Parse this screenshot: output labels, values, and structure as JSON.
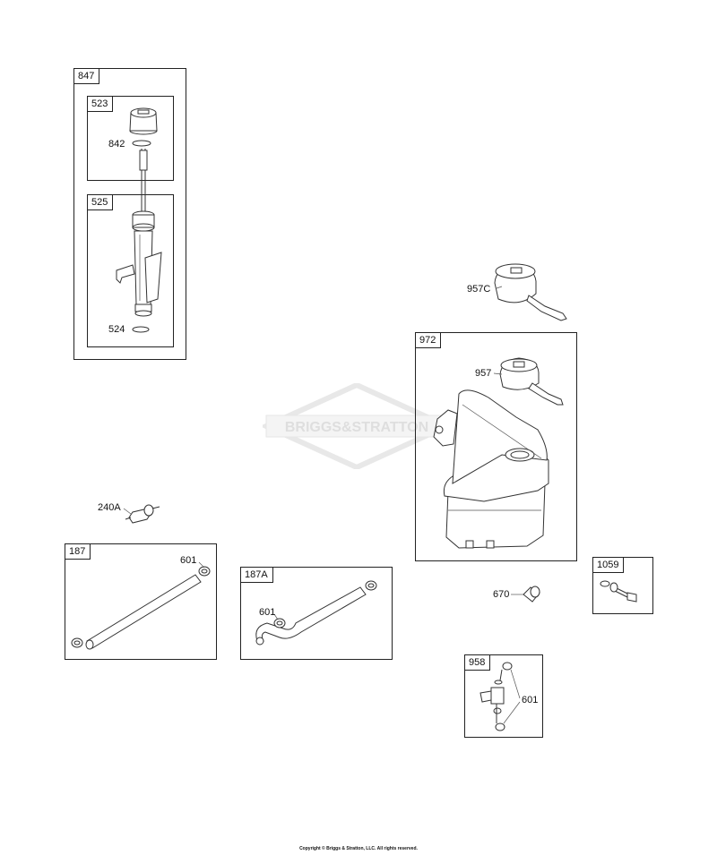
{
  "watermark": "BRIGGS&STRATTON",
  "copyright": "Copyright © Briggs & Stratton, LLC. All rights reserved.",
  "groups": {
    "g847": "847",
    "g523": "523",
    "g525": "525",
    "g972": "972",
    "g187": "187",
    "g187a": "187A",
    "g1059": "1059",
    "g958": "958"
  },
  "labels": {
    "p842": "842",
    "p524": "524",
    "p957c": "957C",
    "p957": "957",
    "p240a": "240A",
    "p601_187": "601",
    "p601_187a": "601",
    "p670": "670",
    "p601_958": "601"
  }
}
